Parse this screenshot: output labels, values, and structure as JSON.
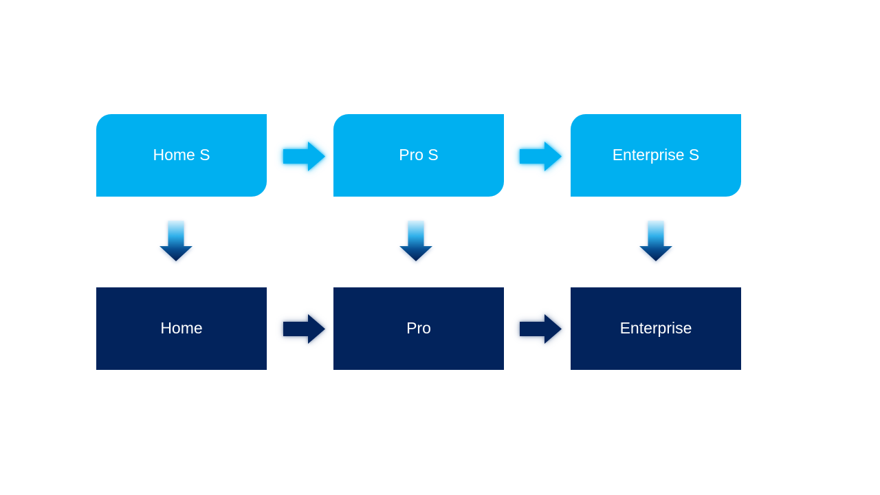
{
  "colors": {
    "background": "#ffffff",
    "light_blue": "#00b0f0",
    "dark_navy": "#02235c",
    "text": "#ffffff",
    "down_arrow_top": "#d8f1fc",
    "down_arrow_mid": "#2fb0ea",
    "down_arrow_deep": "#084f93",
    "down_arrow_bottom": "#031f52"
  },
  "diagram": {
    "columns": [
      {
        "top": {
          "label": "Home S"
        },
        "bottom": {
          "label": "Home"
        }
      },
      {
        "top": {
          "label": "Pro S"
        },
        "bottom": {
          "label": "Pro"
        }
      },
      {
        "top": {
          "label": "Enterprise S"
        },
        "bottom": {
          "label": "Enterprise"
        }
      }
    ]
  }
}
